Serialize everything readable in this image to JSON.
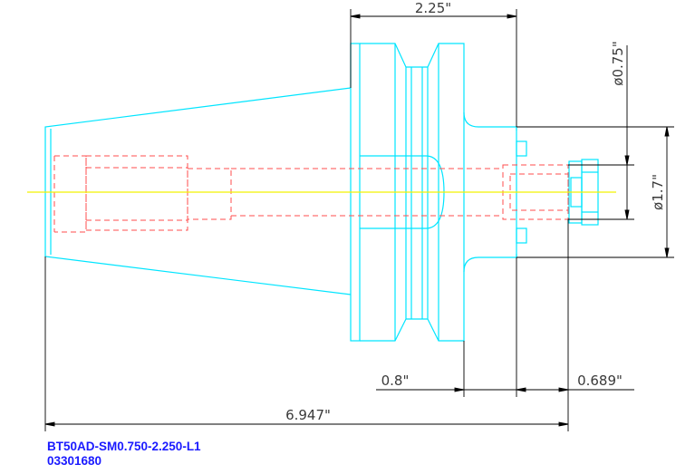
{
  "dimensions": {
    "flange_width": "2.25\"",
    "bore_diameter": "ø0.75\"",
    "pilot_diameter": "ø1.7\"",
    "flange_to_face": "0.8\"",
    "screw_projection": "0.689\"",
    "overall_length": "6.947\""
  },
  "caption": {
    "part_number": "BT50AD-SM0.750-2.250-L1",
    "code": "03301680"
  },
  "colors": {
    "outline": "#00e5ff",
    "hidden": "#ff4d4d",
    "centerline": "#f2f200",
    "dimension": "#000000",
    "caption": "#1a1aff"
  }
}
